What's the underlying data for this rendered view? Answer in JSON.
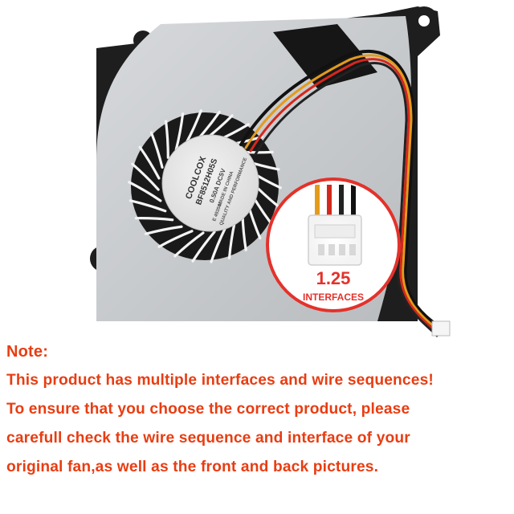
{
  "image": {
    "fan_brand": "COOLCOX",
    "fan_model": "BF8512H05S",
    "fan_rating": "0.50A  DC5V",
    "fan_origin": "MADE IN CHINA",
    "fan_slogan": "QUALITY AND PERFORMANCE",
    "fan_cert": "E 493507",
    "connector_size": "1.25",
    "connector_label": "INTERFACES"
  },
  "note": {
    "heading": "Note:",
    "lines": [
      "This product has multiple interfaces and wire sequences!",
      "To ensure that you choose the correct product, please",
      "carefull check the wire sequence and interface of your",
      "original fan,as well as the front and back pictures."
    ]
  },
  "colors": {
    "note_text": "#e83d12",
    "callout_ring": "#e3322b",
    "fan_body": "#c9cccf",
    "fan_frame": "#1e1e1e",
    "label_text": "#e3322b"
  }
}
